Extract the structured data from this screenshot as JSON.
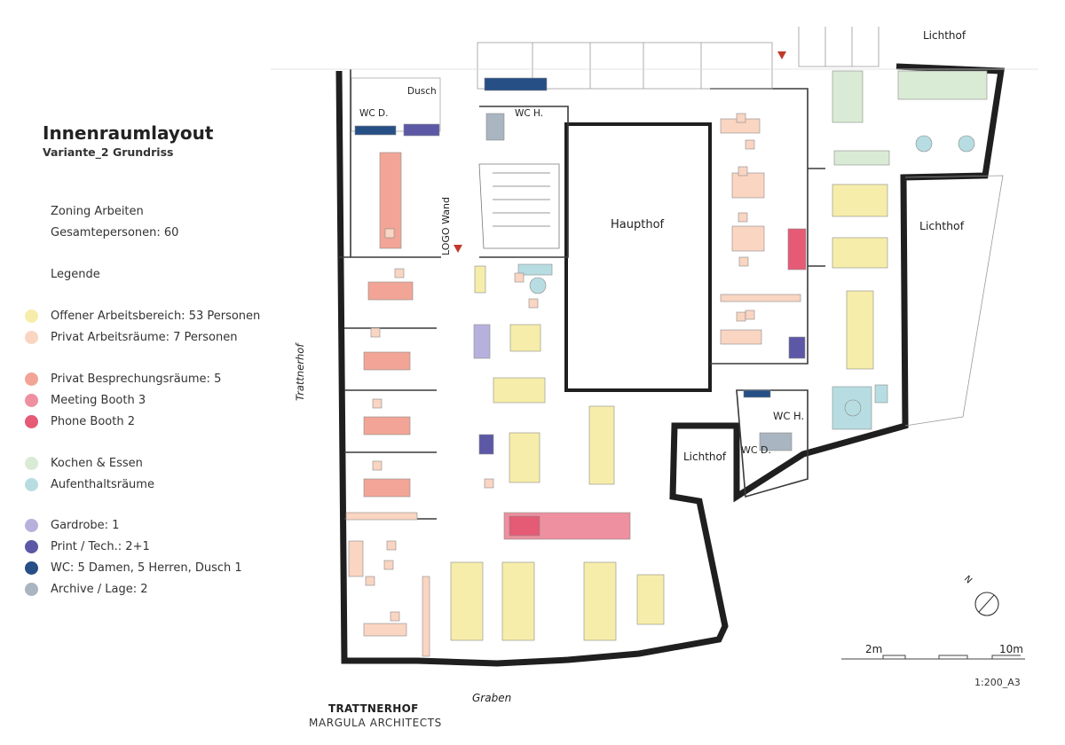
{
  "title": "Innenraumlayout",
  "subtitle": "Variante_2 Grundriss",
  "zoning": "Zoning Arbeiten",
  "total_persons": "Gesamtepersonen: 60",
  "legend_heading": "Legende",
  "legend": [
    {
      "label": "Offener Arbeitsbereich: 53 Personen",
      "color": "#f6edaa"
    },
    {
      "label": "Privat Arbeitsräume: 7 Personen",
      "color": "#f9d5c2"
    },
    {
      "label": "Privat Besprechungsräume: 5",
      "color": "#f2a596"
    },
    {
      "label": "Meeting Booth 3",
      "color": "#ee909f"
    },
    {
      "label": "Phone Booth 2",
      "color": "#e55a75"
    },
    {
      "label": "Kochen & Essen",
      "color": "#d9ebd4"
    },
    {
      "label": "Aufenthaltsräume",
      "color": "#b7dde2"
    },
    {
      "label": "Gardrobe: 1",
      "color": "#b6b1dc"
    },
    {
      "label": "Print / Tech.: 2+1",
      "color": "#5c58a6"
    },
    {
      "label": "WC: 5 Damen, 5 Herren, Dusch 1",
      "color": "#264f86"
    },
    {
      "label": "Archive / Lage: 2",
      "color": "#a9b5c0"
    }
  ],
  "rooms": {
    "lichthof_top": "Lichthof",
    "lichthof_right": "Lichthof",
    "lichthof_small": "Lichthof",
    "haupthof": "Haupthof",
    "wc_d_top": "WC D.",
    "dusch": "Dusch",
    "wc_h_top": "WC H.",
    "wc_h_lower": "WC H.",
    "wc_d_lower": "WC D.",
    "logo_wall": "LOGO Wand"
  },
  "streets": {
    "west": "Trattnerhof",
    "south": "Graben"
  },
  "north_label": "N",
  "scale_bar": {
    "left_label": "2m",
    "right_label": "10m"
  },
  "footer": {
    "project": "TRATTNERHOF",
    "architect": "MARGULA ARCHITECTS",
    "scale": "1:200_A3"
  }
}
